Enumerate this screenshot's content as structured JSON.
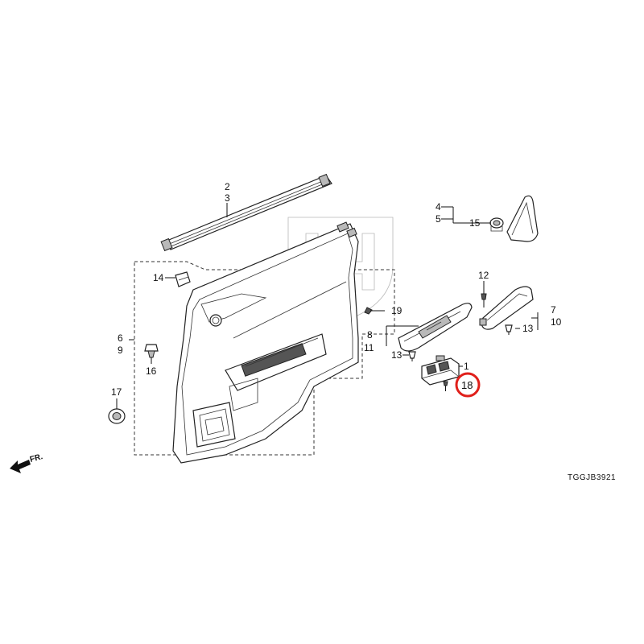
{
  "diagram": {
    "part_labels": {
      "p1": "1",
      "p2": "2",
      "p3": "3",
      "p4": "4",
      "p5": "5",
      "p6": "6",
      "p7": "7",
      "p8": "8",
      "p9": "9",
      "p10": "10",
      "p11": "11",
      "p12": "12",
      "p13a": "13",
      "p13b": "13",
      "p14": "14",
      "p15": "15",
      "p16": "16",
      "p17": "17",
      "p18": "18",
      "p19": "19"
    },
    "front_marker": "FR.",
    "diagram_code": "TGGJB3921",
    "highlight_color": "#e0201b"
  }
}
